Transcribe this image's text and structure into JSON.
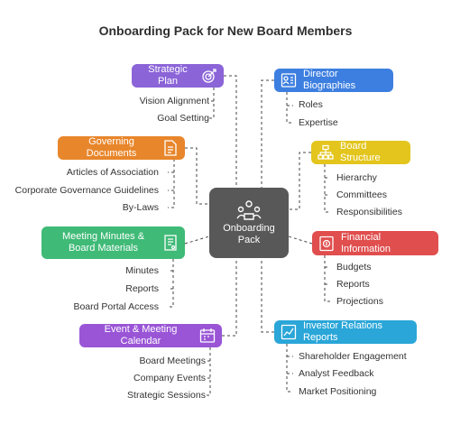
{
  "title": "Onboarding Pack for New Board Members",
  "center": {
    "line1": "Onboarding",
    "line2": "Pack",
    "icon": "meeting-people-icon"
  },
  "colors": {
    "strategic_plan": "#8b64d8",
    "governing_documents": "#e8862b",
    "meeting_minutes": "#3fba77",
    "event_calendar": "#9a55d6",
    "director_biographies": "#3d7fe0",
    "board_structure": "#e3c51d",
    "financial_information": "#e04e4e",
    "investor_relations": "#2aa6d8",
    "center": "#585858"
  },
  "left_topics": [
    {
      "label": "Strategic Plan",
      "icon": "target-icon",
      "items": [
        "Vision Alignment",
        "Goal Setting"
      ]
    },
    {
      "label": "Governing Documents",
      "icon": "document-icon",
      "items": [
        "Articles of Association",
        "Corporate Governance Guidelines",
        "By-Laws"
      ]
    },
    {
      "label": "Meeting Minutes & Board Materials",
      "icon": "minutes-icon",
      "items": [
        "Minutes",
        "Reports",
        "Board Portal Access"
      ]
    },
    {
      "label": "Event & Meeting Calendar",
      "icon": "calendar-icon",
      "items": [
        "Board Meetings",
        "Company Events",
        "Strategic Sessions"
      ]
    }
  ],
  "right_topics": [
    {
      "label": "Director Biographies",
      "icon": "id-card-icon",
      "items": [
        "Roles",
        "Expertise"
      ]
    },
    {
      "label": "Board Structure",
      "icon": "hierarchy-icon",
      "items": [
        "Hierarchy",
        "Committees",
        "Responsibilities"
      ]
    },
    {
      "label": "Financial Information",
      "icon": "financial-report-icon",
      "items": [
        "Budgets",
        "Reports",
        "Projections"
      ]
    },
    {
      "label": "Investor Relations Reports",
      "icon": "chart-report-icon",
      "items": [
        "Shareholder Engagement",
        "Analyst Feedback",
        "Market Positioning"
      ]
    }
  ]
}
